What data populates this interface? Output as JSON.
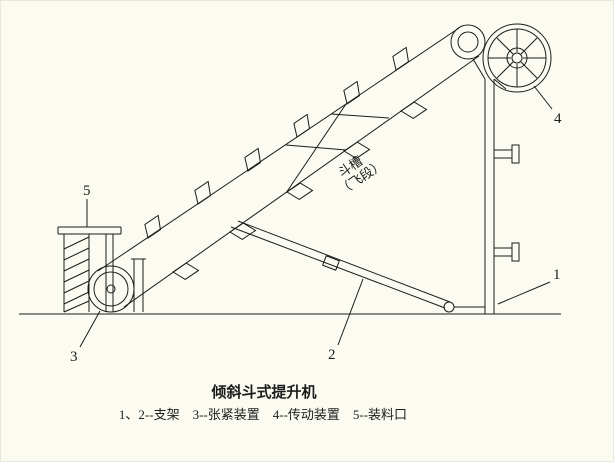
{
  "figure": {
    "title": "倾斜斗式提升机",
    "legend": "1、2--支架　3--张紧装置　4--传动装置　5--装料口",
    "belt_label_line1": "斗槽",
    "belt_label_line2": "（飞段）",
    "callouts": {
      "c1": "1",
      "c2": "2",
      "c3": "3",
      "c4": "4",
      "c5": "5"
    },
    "colors": {
      "ink": "#1c1c1c",
      "background": "#fbfbf1"
    }
  }
}
